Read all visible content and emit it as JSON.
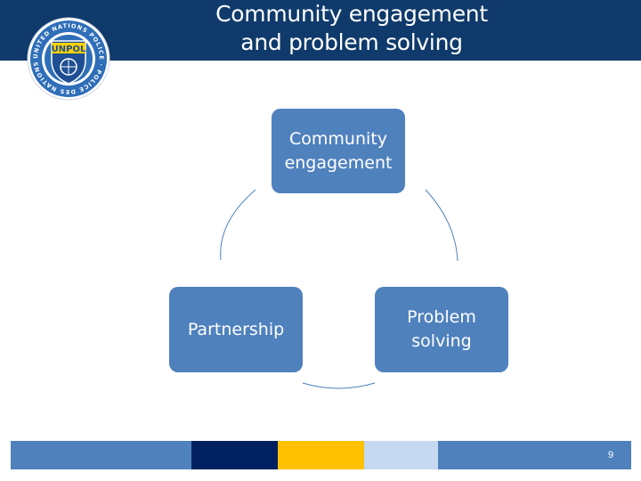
{
  "header": {
    "title_line1": "Community engagement",
    "title_line2": "and problem solving",
    "band_color": "#0f3a6b"
  },
  "logo": {
    "text_center": "UNPOL",
    "text_ring": "UNITED NATIONS POLICE · POLICE DES NATIONS UNIES"
  },
  "diagram": {
    "nodes": [
      {
        "id": "top",
        "label": "Community engagement"
      },
      {
        "id": "left",
        "label": "Partnership"
      },
      {
        "id": "right",
        "label": "Problem solving"
      }
    ],
    "node_color": "#4f81bd",
    "connector_color": "#4f81bd"
  },
  "footer": {
    "segment_colors": [
      "#4f81bd",
      "#002060",
      "#ffc000",
      "#c6d9f1",
      "#4f81bd"
    ],
    "page_number": "9"
  }
}
